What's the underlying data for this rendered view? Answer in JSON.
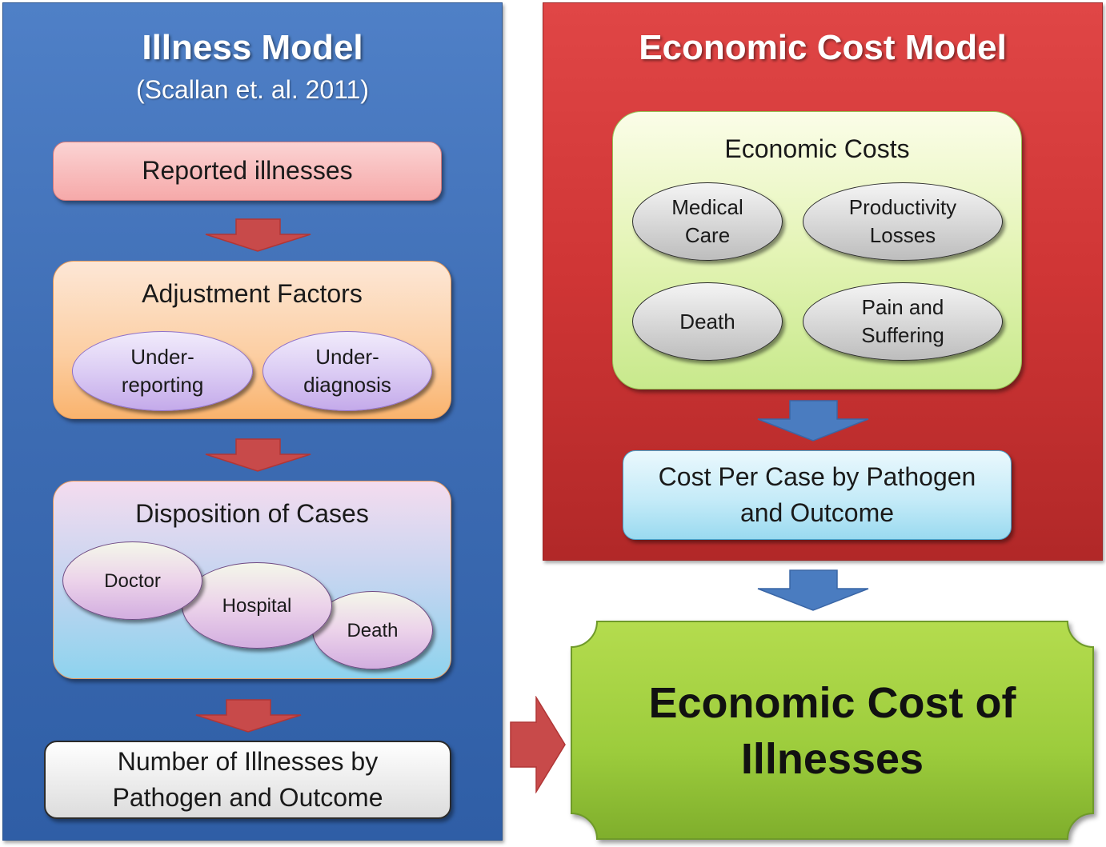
{
  "illness_model": {
    "title": "Illness Model",
    "subtitle": "(Scallan et. al. 2011)",
    "reported": "Reported illnesses",
    "adjustment": {
      "title": "Adjustment Factors",
      "factors": [
        "Under-\nreporting",
        "Under-\ndiagnosis"
      ]
    },
    "disposition": {
      "title": "Disposition of Cases",
      "items": [
        "Doctor",
        "Hospital",
        "Death"
      ]
    },
    "result": "Number of Illnesses by\nPathogen and Outcome"
  },
  "cost_model": {
    "title": "Economic Cost Model",
    "economic_costs": {
      "title": "Economic Costs",
      "items": [
        "Medical\nCare",
        "Productivity\nLosses",
        "Death",
        "Pain and\nSuffering"
      ]
    },
    "result": "Cost Per Case by Pathogen\nand Outcome"
  },
  "final": {
    "line1": "Economic Cost of",
    "line2": "Illnesses"
  },
  "colors": {
    "illness_panel": "#3e6db4",
    "cost_panel": "#cf3535",
    "arrow_red": "#c84a4a",
    "arrow_blue": "#4a7cc0",
    "final_green": "#9ccc3c"
  }
}
